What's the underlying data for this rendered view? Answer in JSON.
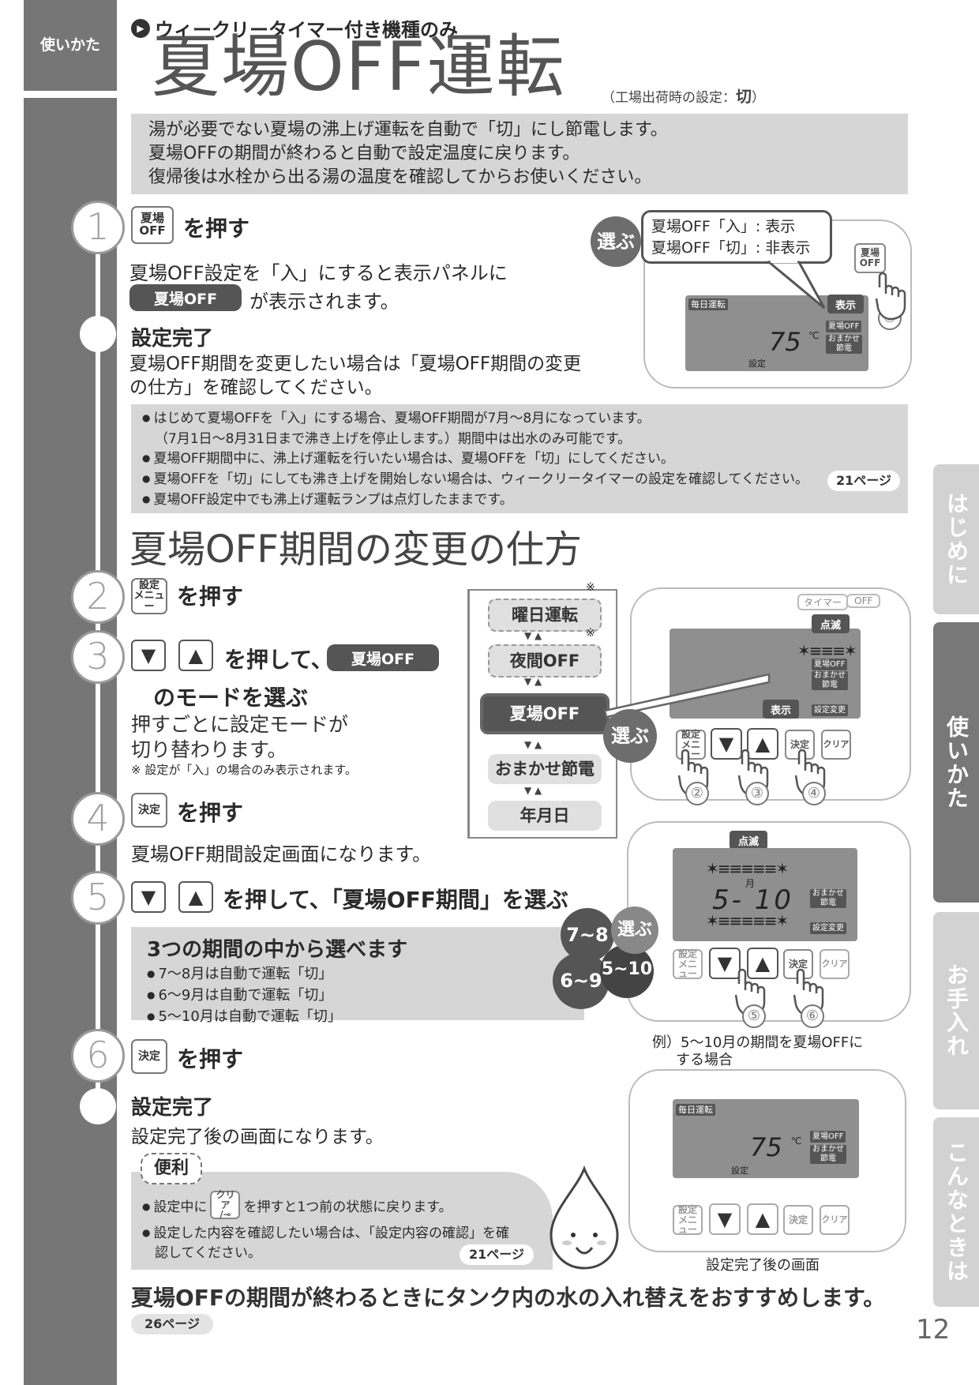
{
  "side": {
    "top_label": "使いかた"
  },
  "tabs": [
    "はじめに",
    "使いかた",
    "お手入れ",
    "こんなときは"
  ],
  "header": {
    "note": "ウィークリータイマー付き機種のみ",
    "title": "夏場OFF運転",
    "factory": "（工場出荷時の設定：",
    "factory_value": "切",
    "factory_close": "）"
  },
  "intro": [
    "湯が必要でない夏場の沸上げ運転を自動で「切」にし節電します。",
    "夏場OFFの期間が終わると自動で設定温度に戻ります。",
    "復帰後は水栓から出る湯の温度を確認してからお使いください。"
  ],
  "step1": {
    "num": "1",
    "key": [
      "夏場",
      "OFF"
    ],
    "action": "を押す",
    "desc_a": "夏場OFF設定を「入」にすると表示パネルに",
    "pill": "夏場OFF",
    "desc_b": "が表示されます。",
    "done": "設定完了",
    "done_desc": [
      "夏場OFF期間を変更したい場合は「夏場OFF期間の変更",
      "の仕方」を確認してください。"
    ]
  },
  "fig1": {
    "erabu": "選ぶ",
    "bubble": [
      "夏場OFF「入」: 表示",
      "夏場OFF「切」: 非表示"
    ],
    "lcd_top": "毎日運転",
    "hyoji": "表示",
    "temp": "75",
    "unit": "℃",
    "settei": "設定",
    "tag1": "夏場OFF",
    "tag2": "おまかせ",
    "tag3": "節電",
    "key": [
      "夏場",
      "OFF"
    ],
    "circle": "①"
  },
  "notes": [
    "はじめて夏場OFFを「入」にする場合、夏場OFF期間が7月～8月になっています。",
    "（7月1日～8月31日まで沸き上げを停止します。）期間中は出水のみ可能です。",
    "夏場OFF期間中に、沸上げ運転を行いたい場合は、夏場OFFを「切」にしてください。",
    "夏場OFFを「切」にしても沸き上げを開始しない場合は、ウィークリータイマーの設定を確認してください。",
    "夏場OFF設定中でも沸上げ運転ランプは点灯したままです。"
  ],
  "notes_page": "21ページ",
  "section2": {
    "title": "夏場OFF期間の変更の仕方"
  },
  "step2": {
    "num": "2",
    "key": [
      "設定",
      "メニュー"
    ],
    "action": "を押す"
  },
  "step3": {
    "num": "3",
    "action": "を押して、",
    "pill": "夏場OFF",
    "action2": "のモードを選ぶ",
    "desc": [
      "押すごとに設定モードが",
      "切り替わります。"
    ],
    "note": "※ 設定が「入」の場合のみ表示されます。"
  },
  "step4": {
    "num": "4",
    "key": "決定",
    "action": "を押す",
    "desc": "夏場OFF期間設定画面になります。"
  },
  "step5": {
    "num": "5",
    "action": "を押して、「夏場OFF期間」を選ぶ"
  },
  "periods": {
    "title": "3つの期間の中から選べます",
    "items": [
      "7～8月は自動で運転「切」",
      "6～9月は自動で運転「切」",
      "5～10月は自動で運転「切」"
    ]
  },
  "step6": {
    "num": "6",
    "key": "決定",
    "action": "を押す",
    "done": "設定完了",
    "desc": "設定完了後の画面になります。"
  },
  "benri": {
    "title": "便利",
    "line1a": "設定中に",
    "clear_key": [
      "クリア",
      "/⊸"
    ],
    "line1b": "を押すと1つ前の状態に戻ります。",
    "line2": [
      "設定した内容を確認したい場合は、「設定内容の確認」を確",
      "認してください。"
    ],
    "page": "21ページ"
  },
  "modes": {
    "asterisk": "※",
    "items": [
      "曜日運転",
      "夜間OFF",
      "夏場OFF",
      "おまかせ節電",
      "年月日"
    ]
  },
  "fig2": {
    "top_keys": [
      "タイマー",
      "OFF"
    ],
    "tenmetsu": "点滅",
    "tag1": "夏場OFF",
    "tag2": "おまかせ",
    "tag3": "節電",
    "hyoji": "表示",
    "settei_henko": "設定変更",
    "erabu": "選ぶ",
    "keys": [
      "設定",
      "メニュー",
      "決定",
      "クリア"
    ],
    "circles": [
      "②",
      "③",
      "④"
    ]
  },
  "fig3": {
    "tenmetsu": "点滅",
    "month": "月",
    "lcd": "5- 10",
    "tag1": "おまかせ",
    "tag2": "節電",
    "settei_henko": "設定変更",
    "bubbles": [
      "7~8",
      "6~9",
      "5~10"
    ],
    "erabu": "選ぶ",
    "circles": [
      "⑤",
      "⑥"
    ],
    "caption": [
      "例）5～10月の期間を夏場OFFに",
      "する場合"
    ]
  },
  "fig4": {
    "lcd_top": "毎日運転",
    "temp": "75",
    "unit": "℃",
    "settei": "設定",
    "tag1": "夏場OFF",
    "tag2": "おまかせ",
    "tag3": "節電",
    "caption": "設定完了後の画面"
  },
  "footer": {
    "advice": "夏場OFFの期間が終わるときにタンク内の水の入れ替えをおすすめします。",
    "page_ref": "26ページ",
    "page_num": "12"
  }
}
